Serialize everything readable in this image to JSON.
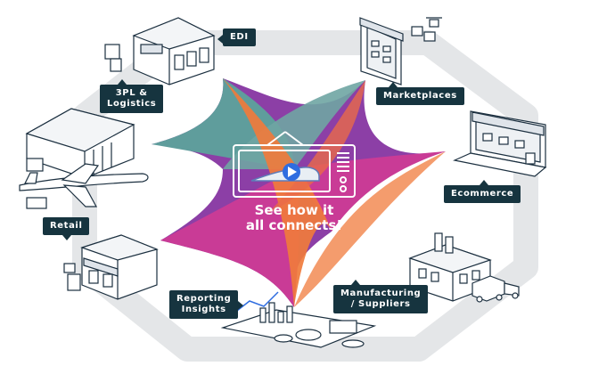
{
  "labels": {
    "edi": "EDI",
    "logistics": [
      "3PL &",
      "Logistics"
    ],
    "marketplaces": "Marketplaces",
    "ecommerce": "Ecommerce",
    "retail": "Retail",
    "reporting": [
      "Reporting",
      "Insights"
    ],
    "manufacturing": [
      "Manufacturing",
      "/ Suppliers"
    ]
  },
  "cta": {
    "line1": "See how it",
    "line2": "all connects!"
  },
  "icons": {
    "center": "tv-play-icon",
    "edi": "warehouse-store-icon",
    "logistics": "warehouse-airplane-icon",
    "marketplaces": "tablet-storefront-icon",
    "ecommerce": "laptop-storefront-icon",
    "retail": "retail-store-icon",
    "reporting": "dashboard-charts-icon",
    "manufacturing": "factory-truck-icon"
  },
  "colors": {
    "ring": "#e4e6e8",
    "label_bg": "#16343f",
    "teal": "#5f9d9c",
    "orange": "#f07b3c",
    "magenta": "#c93b96",
    "purple": "#8c3fa6",
    "line": "#1c3040"
  }
}
